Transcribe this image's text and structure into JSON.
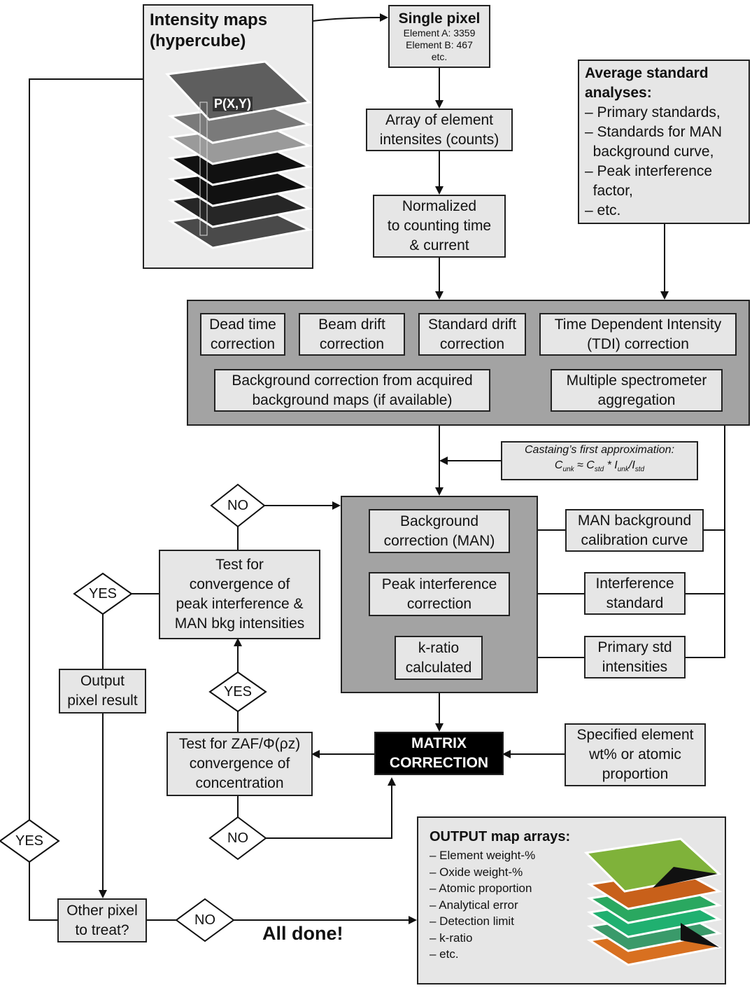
{
  "hypercube": {
    "title_line1": "Intensity maps",
    "title_line2": "(hypercube)",
    "pixel_label": "P(X,Y)"
  },
  "single_pixel": {
    "title": "Single pixel",
    "line1": "Element A: 3359",
    "line2": "Element B: 467",
    "line3": "etc."
  },
  "array": {
    "line1": "Array of element",
    "line2": "intensites (counts)"
  },
  "normalized": {
    "line1": "Normalized",
    "line2": "to counting time",
    "line3": "& current"
  },
  "standards": {
    "title_line1": "Average standard",
    "title_line2": "analyses:",
    "items": [
      "– Primary standards,",
      "– Standards for MAN",
      "  background curve,",
      "– Peak interference",
      "  factor,",
      "– etc."
    ]
  },
  "corrections": {
    "dead_time": [
      "Dead time",
      "correction"
    ],
    "beam_drift": [
      "Beam drift",
      "correction"
    ],
    "standard_drift": [
      "Standard drift",
      "correction"
    ],
    "tdi": [
      "Time Dependent Intensity",
      "(TDI) correction"
    ],
    "background": [
      "Background correction from acquired",
      "background maps (if available)"
    ],
    "multi_spec": [
      "Multiple spectrometer",
      "aggregation"
    ]
  },
  "castaing": {
    "title": "Castaing’s first approximation:",
    "c": "C",
    "unk": "unk",
    "approx": " ≈ ",
    "std": "std",
    "times": " * ",
    "i": "I",
    "slash": "/"
  },
  "man_bg": [
    "Background",
    "correction (MAN)"
  ],
  "peak_corr": [
    "Peak interference",
    "correction"
  ],
  "kratio": [
    "k-ratio",
    "calculated"
  ],
  "man_cal": [
    "MAN background",
    "calibration curve"
  ],
  "interf_std": [
    "Interference",
    "standard"
  ],
  "primary_std": [
    "Primary std",
    "intensities"
  ],
  "matrix": [
    "MATRIX",
    "CORRECTION"
  ],
  "specified": [
    "Specified element",
    "wt% or atomic",
    "proportion"
  ],
  "test_peak": [
    "Test for",
    "convergence of",
    "peak interference &",
    "MAN bkg intensities"
  ],
  "test_zaf": [
    "Test for ZAF/Φ(ρz)",
    "convergence of",
    "concentration"
  ],
  "output_pixel": [
    "Output",
    "pixel result"
  ],
  "other_pixel": [
    "Other pixel",
    "to treat?"
  ],
  "decisions": {
    "no_top": "NO",
    "yes_left": "YES",
    "yes_mid": "YES",
    "no_bottom": "NO",
    "yes_far": "YES",
    "no_other": "NO"
  },
  "all_done": "All done!",
  "output_maps": {
    "title": "OUTPUT map arrays:",
    "items": [
      "– Element weight-%",
      "– Oxide weight-%",
      "– Atomic proportion",
      "– Analytical error",
      "– Detection limit",
      "– k-ratio",
      "– etc."
    ]
  }
}
